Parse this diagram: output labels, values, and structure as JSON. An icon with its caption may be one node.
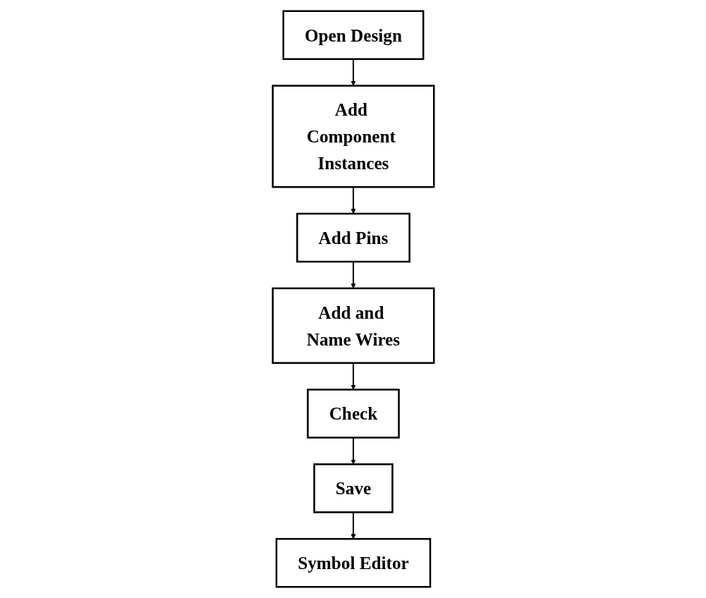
{
  "diagram": {
    "nodes": [
      {
        "text": [
          "Open Design"
        ]
      },
      {
        "text": [
          "Add Component Instances"
        ]
      },
      {
        "text": [
          "Add Pins"
        ]
      },
      {
        "text": [
          "Add and Name Wires"
        ]
      },
      {
        "text": [
          "Check"
        ]
      },
      {
        "text": [
          "Save"
        ]
      },
      {
        "text": [
          "Symbol Editor"
        ]
      }
    ],
    "edges": [
      {
        "from": 0,
        "to": 1,
        "arrow": "to"
      },
      {
        "from": 1,
        "to": 2,
        "arrow": "to"
      },
      {
        "from": 2,
        "to": 3,
        "arrow": "to"
      },
      {
        "from": 3,
        "to": 4,
        "arrow": "to"
      },
      {
        "from": 4,
        "to": 5,
        "arrow": "to"
      },
      {
        "from": 5,
        "to": 6,
        "arrow": "to"
      }
    ]
  }
}
